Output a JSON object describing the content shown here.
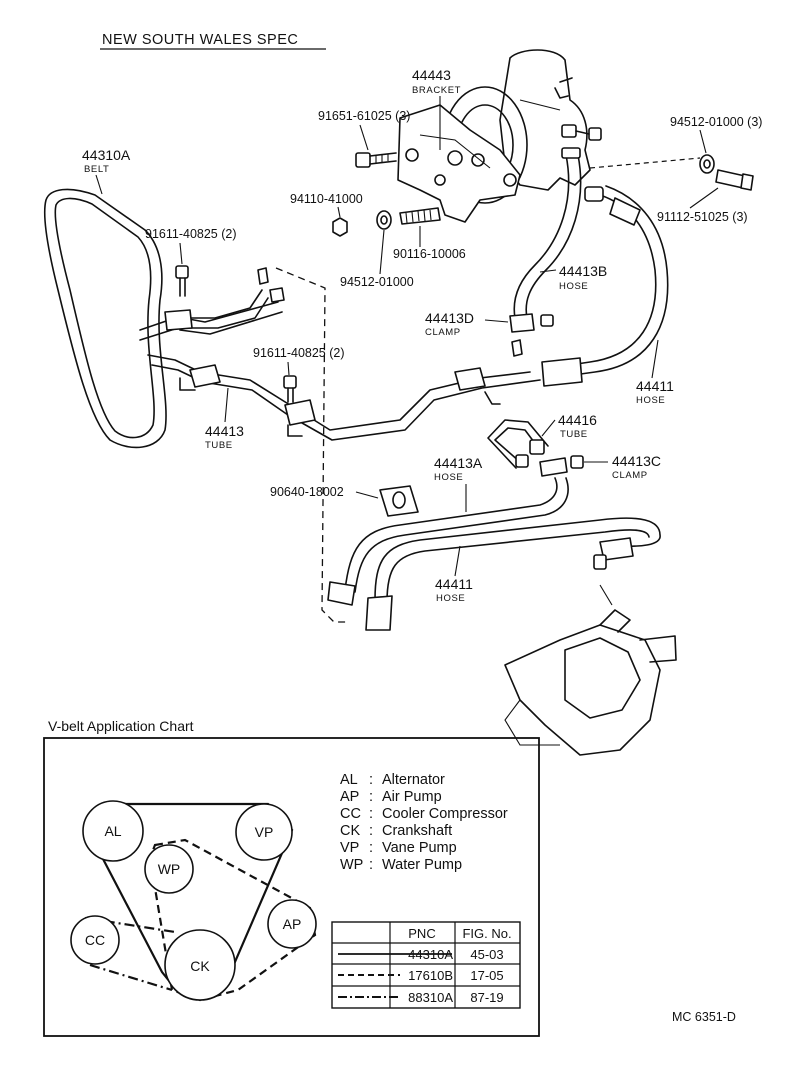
{
  "header": {
    "title": "NEW SOUTH WALES SPEC"
  },
  "parts": {
    "p44443": "44443",
    "bracket": "BRACKET",
    "p91651": "91651-61025 (3)",
    "p94512a": "94512-01000 (3)",
    "p44310A": "44310A",
    "belt": "BELT",
    "p94110": "94110-41000",
    "p91112": "91112-51025 (3)",
    "p91611a": "91611-40825 (2)",
    "p90116": "90116-10006",
    "p94512b": "94512-01000",
    "p44413B": "44413B",
    "hose_b": "HOSE",
    "p44413D": "44413D",
    "clamp_d": "CLAMP",
    "p91611b": "91611-40825 (2)",
    "p44411a": "44411",
    "hose_411a": "HOSE",
    "p44413": "44413",
    "tube": "TUBE",
    "p44416": "44416",
    "tube_416": "TUBE",
    "p44413C": "44413C",
    "clamp_c": "CLAMP",
    "p44413A": "44413A",
    "hose_a": "HOSE",
    "p90640": "90640-18002",
    "p44411b": "44411",
    "hose_411b": "HOSE"
  },
  "vbelt_chart": {
    "title": "V-belt Application Chart",
    "pulleys": {
      "AL": "AL",
      "VP": "VP",
      "WP": "WP",
      "CC": "CC",
      "AP": "AP",
      "CK": "CK"
    },
    "legend": [
      {
        "code": "AL",
        "sep": ":",
        "name": "Alternator"
      },
      {
        "code": "AP",
        "sep": ":",
        "name": "Air Pump"
      },
      {
        "code": "CC",
        "sep": ":",
        "name": "Cooler Compressor"
      },
      {
        "code": "CK",
        "sep": ":",
        "name": "Crankshaft"
      },
      {
        "code": "VP",
        "sep": ":",
        "name": "Vane Pump"
      },
      {
        "code": "WP",
        "sep": ":",
        "name": "Water Pump"
      }
    ],
    "table": {
      "headers": [
        "PNC",
        "FIG. No."
      ],
      "rows": [
        {
          "pnc": "44310A",
          "fig": "45-03",
          "line": "solid"
        },
        {
          "pnc": "17610B",
          "fig": "17-05",
          "line": "dashed"
        },
        {
          "pnc": "88310A",
          "fig": "87-19",
          "line": "dash-dot"
        }
      ]
    }
  },
  "footer": {
    "code": "MC 6351-D"
  }
}
